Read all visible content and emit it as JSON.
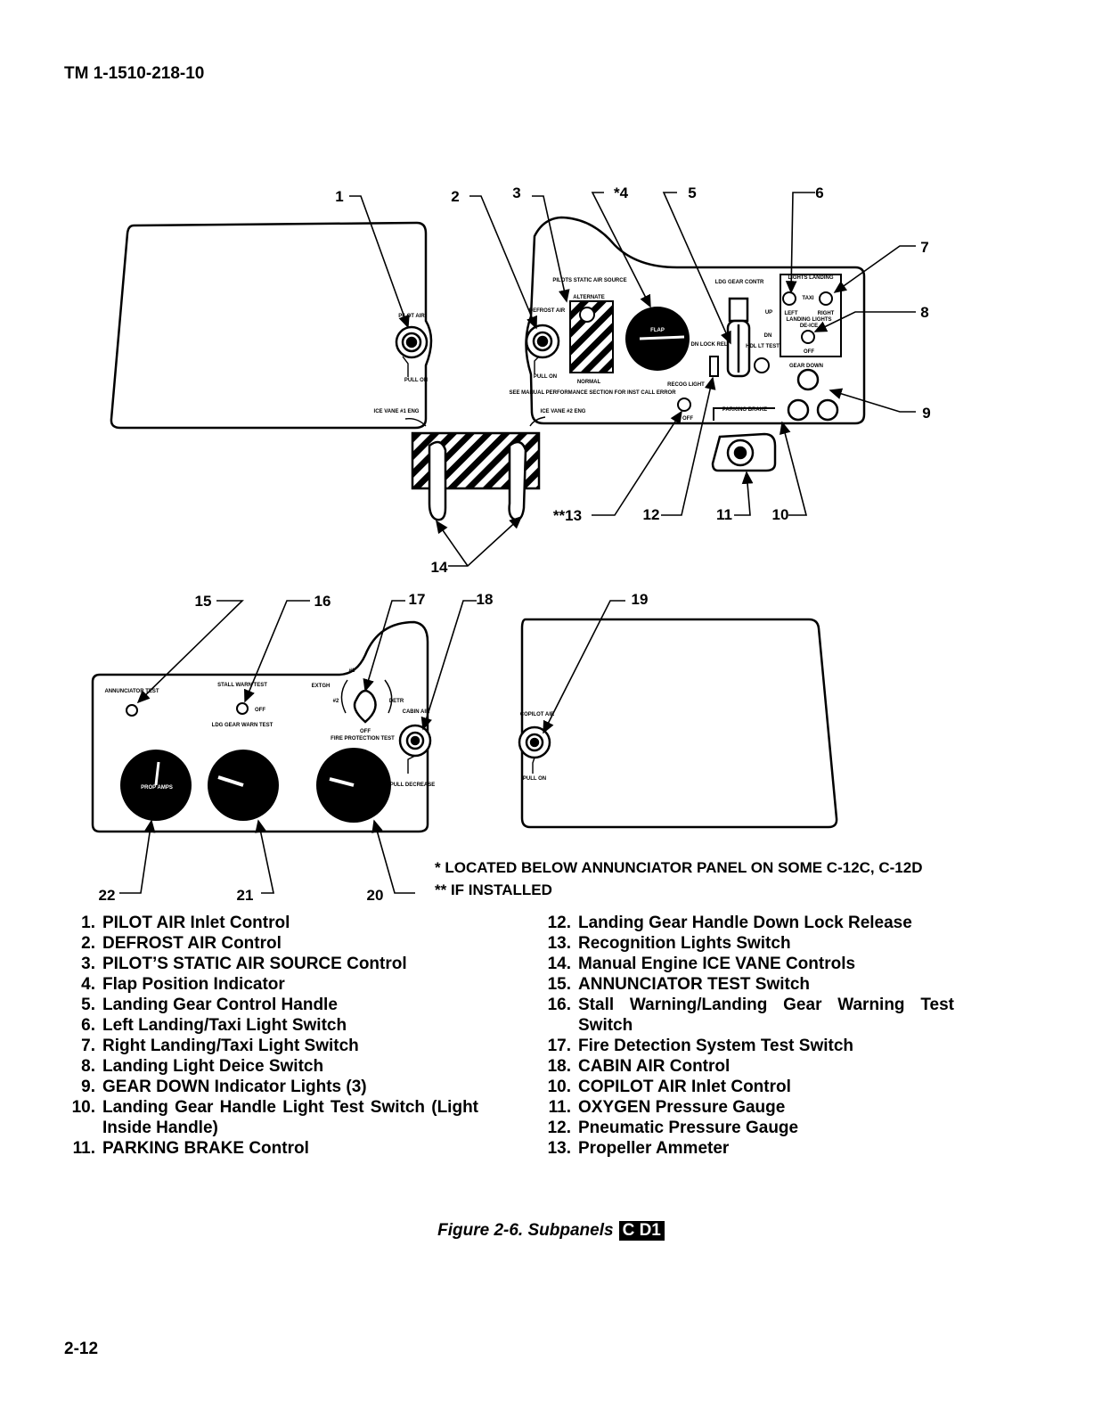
{
  "header": {
    "doc_id": "TM 1-1510-218-10"
  },
  "diagram": {
    "callouts": [
      "1",
      "2",
      "3",
      "*4",
      "5",
      "6",
      "7",
      "8",
      "9",
      "10",
      "11",
      "12",
      "**13",
      "14",
      "15",
      "16",
      "17",
      "18",
      "19",
      "20",
      "21",
      "22"
    ],
    "upper_panel": {
      "pilot_air": "PILOT AIR",
      "pull_on": "PULL ON",
      "ice_vane_1": "ICE VANE #1 ENG",
      "defrost_air": "DEFROST AIR",
      "pull_on_2": "PULL ON",
      "static_source": "PILOTS STATIC AIR SOURCE",
      "alternate": "ALTERNATE",
      "normal": "NORMAL",
      "see_manual": "SEE MANUAL PERFORMANCE SECTION FOR INST CALL ERROR",
      "ice_vane_2": "ICE VANE #2 ENG",
      "flap": "FLAP",
      "ldg_gear_contr": "LDG GEAR CONTR",
      "up": "UP",
      "dn": "DN",
      "dn_lock_rel": "DN LOCK REL",
      "hdl_lt_test": "HDL LT TEST",
      "recog_light": "RECOG LIGHT",
      "off": "OFF",
      "lights_landing": "LIGHTS LANDING",
      "taxi": "TAXI",
      "left": "LEFT",
      "right": "RIGHT",
      "landing_lights": "LANDING LIGHTS",
      "de_ice": "DE-ICE",
      "off_2": "OFF",
      "gear_down": "GEAR DOWN",
      "parking_brake": "PARKING BRAKE"
    },
    "lower_left_panel": {
      "annunciator_test": "ANNUNCIATOR TEST",
      "stall_warn_test": "STALL WARN TEST",
      "off": "OFF",
      "ldg_gear_warn_test": "LDG GEAR WARN TEST",
      "extgh": "EXTGH",
      "no1": "#1",
      "no2": "#2",
      "detr": "DETR",
      "off_2": "OFF",
      "fire_protection_test": "FIRE PROTECTION TEST",
      "cabin_air": "CABIN AIR",
      "pull_decrease": "PULL DECREASE",
      "prop_amps": "PROP AMPS"
    },
    "lower_right_panel": {
      "copilot_air": "COPILOT AIR",
      "pull_on": "PULL ON"
    }
  },
  "notes": [
    "* LOCATED BELOW ANNUNCIATOR PANEL ON SOME C-12C, C-12D",
    "** IF INSTALLED"
  ],
  "legend_left": [
    {
      "num": "1.",
      "text": "PILOT AIR Inlet Control"
    },
    {
      "num": "2.",
      "text": "DEFROST AIR Control"
    },
    {
      "num": "3.",
      "text": "PILOT’S STATIC AIR SOURCE Control"
    },
    {
      "num": "4.",
      "text": "Flap Position Indicator"
    },
    {
      "num": "5.",
      "text": "Landing Gear Control Handle"
    },
    {
      "num": "6.",
      "text": "Left Landing/Taxi Light Switch"
    },
    {
      "num": "7.",
      "text": "Right Landing/Taxi Light Switch"
    },
    {
      "num": "8.",
      "text": "Landing Light Deice Switch"
    },
    {
      "num": "9.",
      "text": "GEAR DOWN Indicator Lights (3)"
    },
    {
      "num": "10.",
      "text": "Landing Gear Handle Light Test Switch (Light Inside Handle)"
    },
    {
      "num": "11.",
      "text": "PARKING BRAKE Control"
    }
  ],
  "legend_right": [
    {
      "num": "12.",
      "text": "Landing Gear Handle Down Lock Release"
    },
    {
      "num": "13.",
      "text": "Recognition Lights Switch"
    },
    {
      "num": "14.",
      "text": "Manual Engine ICE VANE Controls"
    },
    {
      "num": "15.",
      "text": "ANNUNCIATOR TEST Switch"
    },
    {
      "num": "16.",
      "text": "Stall Warning/Landing Gear Warning Test Switch"
    },
    {
      "num": "17.",
      "text": "Fire Detection System Test Switch"
    },
    {
      "num": "18.",
      "text": "CABIN AIR Control"
    },
    {
      "num": "10.",
      "text": "COPILOT AIR Inlet Control"
    },
    {
      "num": "11.",
      "text": "OXYGEN Pressure Gauge"
    },
    {
      "num": "12.",
      "text": "Pneumatic Pressure Gauge"
    },
    {
      "num": "13.",
      "text": "Propeller Ammeter"
    }
  ],
  "caption": {
    "text": "Figure 2-6.  Subpanels",
    "badge": "C D1"
  },
  "footer": {
    "page": "2-12"
  }
}
